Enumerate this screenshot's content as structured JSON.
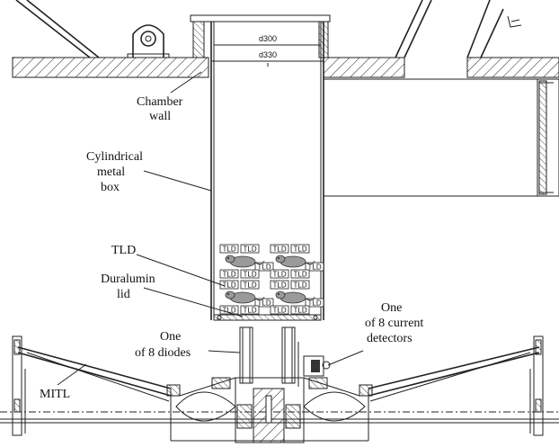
{
  "labels": {
    "chamber_wall": [
      "Chamber",
      "wall"
    ],
    "cylindrical_box": [
      "Cylindrical",
      "metal",
      "box"
    ],
    "tld": "TLD",
    "duralumin_lid": [
      "Duralumin",
      "lid"
    ],
    "diode": [
      "One",
      "of 8 diodes"
    ],
    "current_detector": [
      "One",
      "of 8 current",
      "detectors"
    ],
    "mitl": "MITL",
    "dim_inner": "d300",
    "dim_outer": "d330"
  },
  "tld_badge": "TLD"
}
